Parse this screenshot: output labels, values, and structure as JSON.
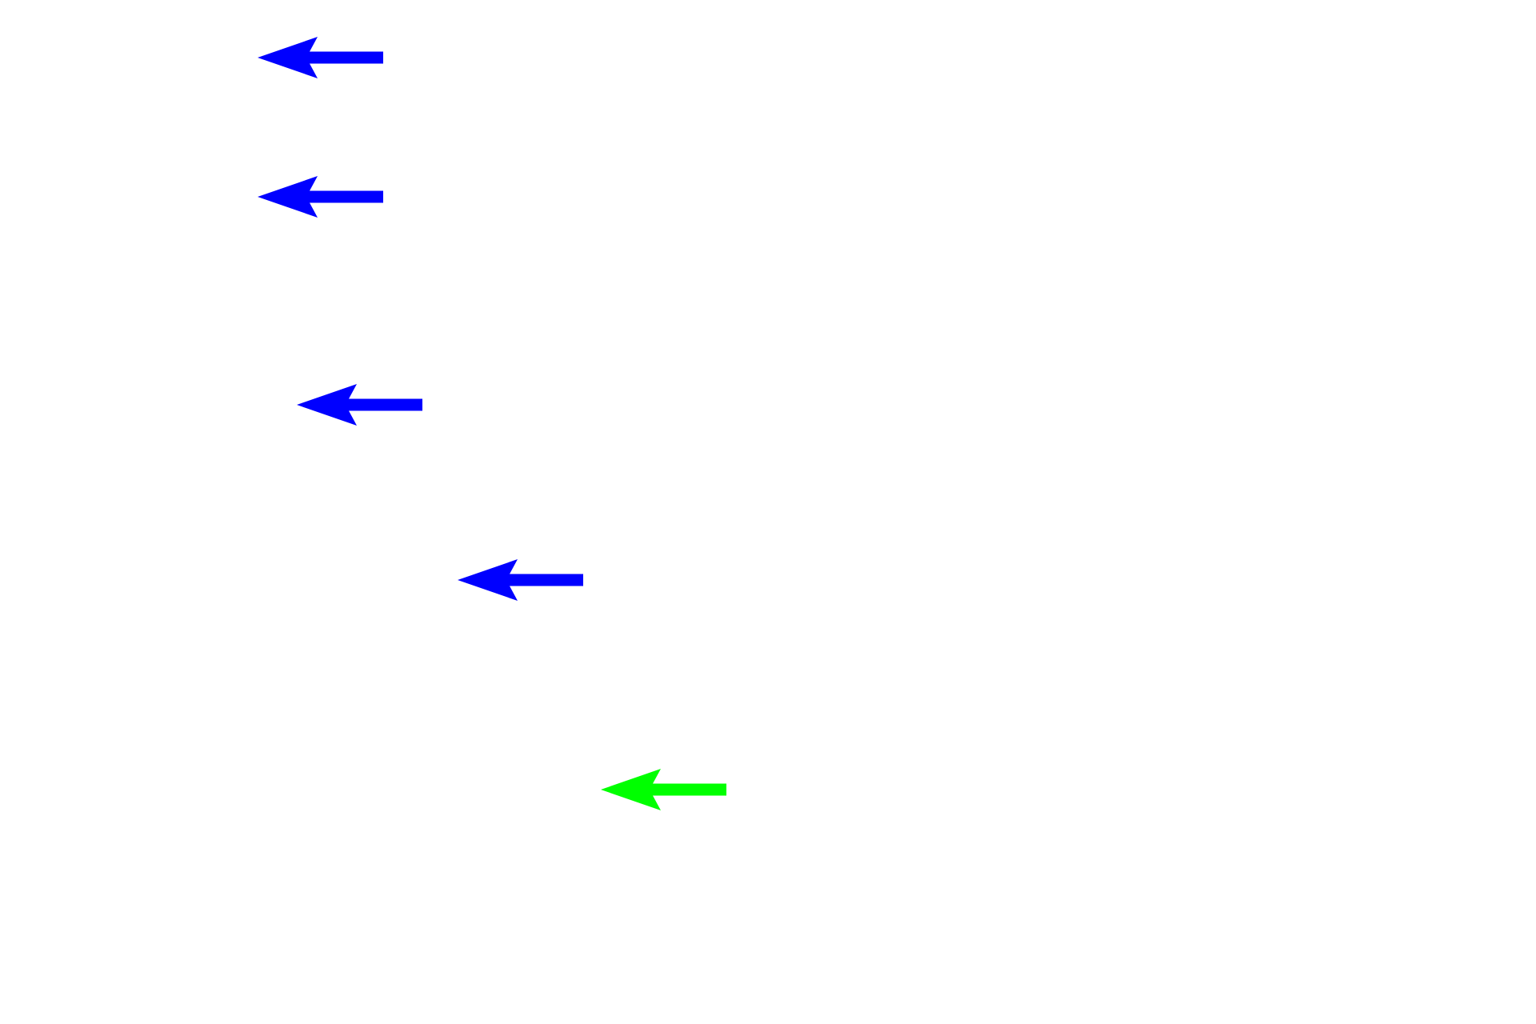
{
  "arrows": [
    {
      "direction": "left",
      "color": "#0000ff"
    },
    {
      "direction": "left",
      "color": "#0000ff"
    },
    {
      "direction": "left",
      "color": "#0000ff"
    },
    {
      "direction": "left",
      "color": "#0000ff"
    },
    {
      "direction": "left",
      "color": "#00ff00"
    }
  ]
}
